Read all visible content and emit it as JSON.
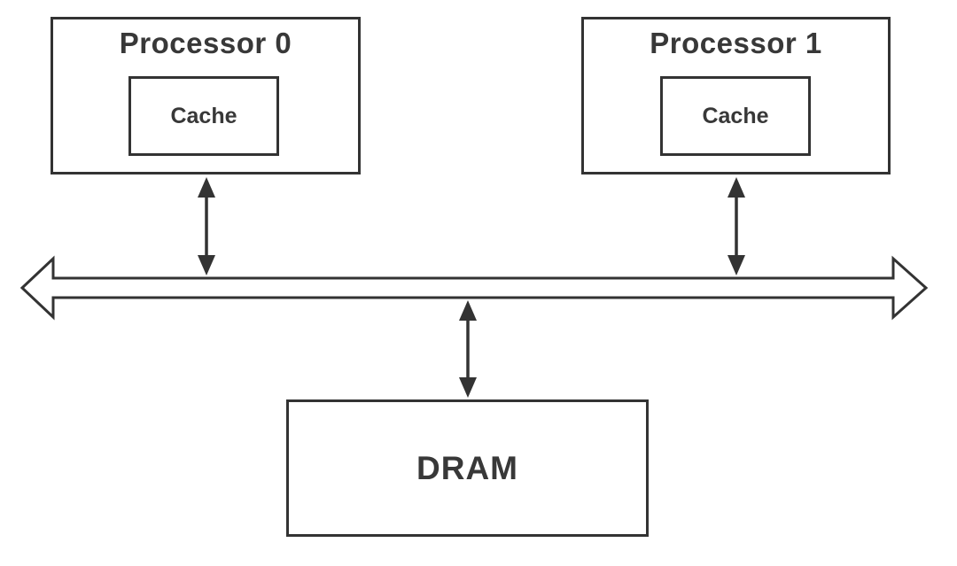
{
  "diagram": {
    "type": "block-diagram",
    "background_color": "#ffffff",
    "stroke_color": "#333333",
    "text_color": "#383838",
    "nodes": {
      "processor0": {
        "label": "Processor 0",
        "cache_label": "Cache"
      },
      "processor1": {
        "label": "Processor 1",
        "cache_label": "Cache"
      },
      "dram": {
        "label": "DRAM"
      }
    },
    "bus": {
      "shape": "double-headed-block-arrow",
      "orientation": "horizontal"
    },
    "connections": [
      {
        "from": "processor0",
        "to": "bus",
        "style": "double-arrow"
      },
      {
        "from": "processor1",
        "to": "bus",
        "style": "double-arrow"
      },
      {
        "from": "bus",
        "to": "dram",
        "style": "double-arrow"
      }
    ]
  }
}
